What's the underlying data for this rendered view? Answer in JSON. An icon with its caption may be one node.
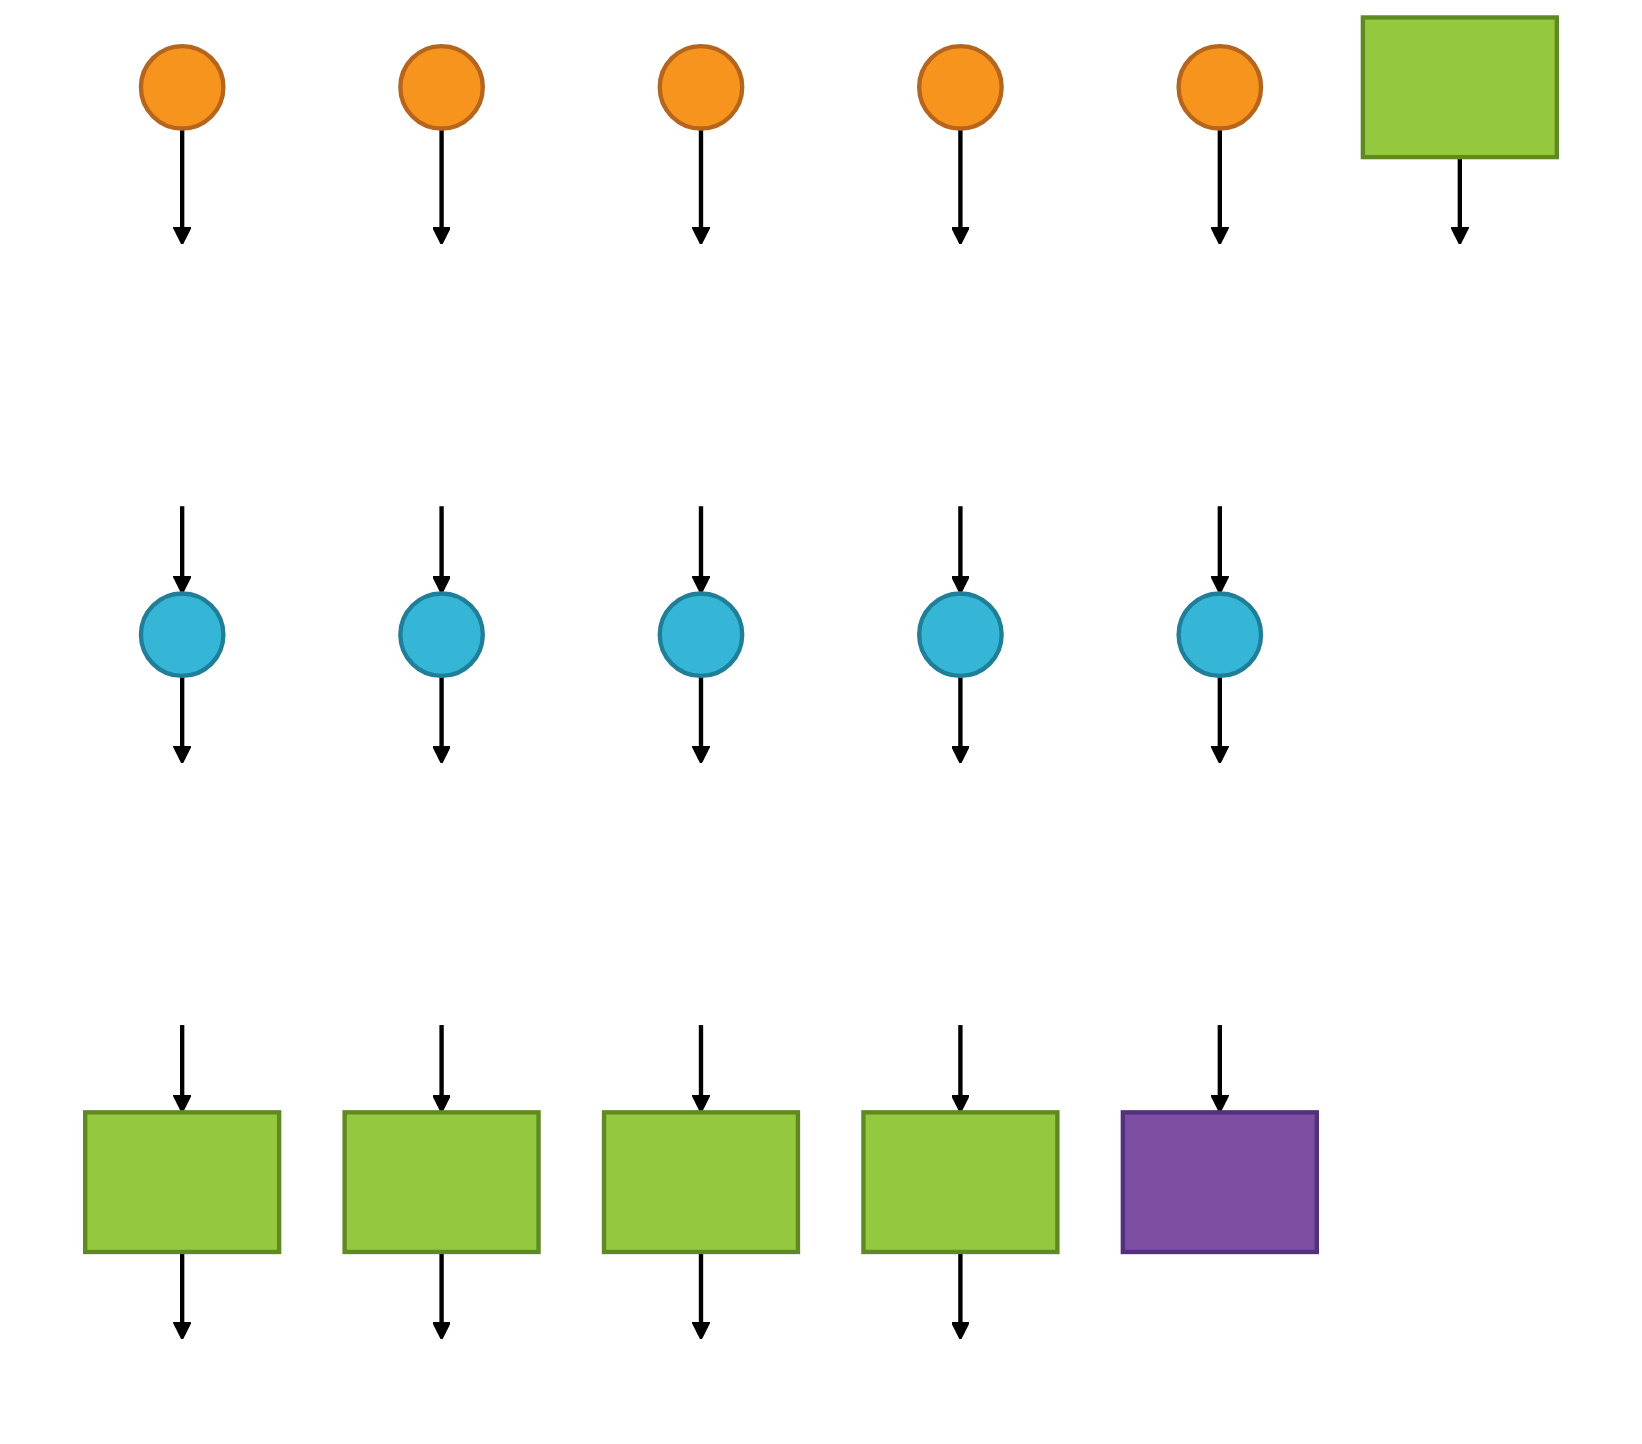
{
  "diagram": {
    "nodes": [
      {
        "text": [],
        "shape": "circle"
      },
      {
        "text": [],
        "shape": "circle"
      },
      {
        "text": [],
        "shape": "circle"
      },
      {
        "text": [],
        "shape": "circle"
      },
      {
        "text": [],
        "shape": "circle"
      },
      {
        "text": [],
        "shape": "circle"
      },
      {
        "text": [],
        "shape": "circle"
      },
      {
        "text": [],
        "shape": "circle"
      },
      {
        "text": [],
        "shape": "circle"
      },
      {
        "text": [],
        "shape": "circle"
      },
      {
        "text": [],
        "shape": "box"
      },
      {
        "text": [],
        "shape": "box"
      },
      {
        "text": [],
        "shape": "box"
      },
      {
        "text": [],
        "shape": "box"
      },
      {
        "text": [],
        "shape": "box"
      },
      {
        "text": [],
        "shape": "box"
      }
    ],
    "edges": [
      {
        "from": 0,
        "to": null,
        "arrow": "to"
      },
      {
        "from": 1,
        "to": null,
        "arrow": "to"
      },
      {
        "from": 2,
        "to": null,
        "arrow": "to"
      },
      {
        "from": 3,
        "to": null,
        "arrow": "to"
      },
      {
        "from": 4,
        "to": null,
        "arrow": "to"
      },
      {
        "from": null,
        "to": 5,
        "arrow": "to"
      },
      {
        "from": null,
        "to": 6,
        "arrow": "to"
      },
      {
        "from": null,
        "to": 7,
        "arrow": "to"
      },
      {
        "from": null,
        "to": 8,
        "arrow": "to"
      },
      {
        "from": null,
        "to": 9,
        "arrow": "to"
      },
      {
        "from": 5,
        "to": null,
        "arrow": "to"
      },
      {
        "from": 6,
        "to": null,
        "arrow": "to"
      },
      {
        "from": 7,
        "to": null,
        "arrow": "to"
      },
      {
        "from": 8,
        "to": null,
        "arrow": "to"
      },
      {
        "from": 9,
        "to": null,
        "arrow": "to"
      },
      {
        "from": 10,
        "to": null,
        "arrow": "to"
      },
      {
        "from": 11,
        "to": null,
        "arrow": "to"
      },
      {
        "from": 12,
        "to": null,
        "arrow": "to"
      },
      {
        "from": 13,
        "to": null,
        "arrow": "to"
      },
      {
        "from": 14,
        "to": null,
        "arrow": "to"
      },
      {
        "from": null,
        "to": 11,
        "arrow": "to"
      },
      {
        "from": null,
        "to": 12,
        "arrow": "to"
      },
      {
        "from": null,
        "to": 13,
        "arrow": "to"
      },
      {
        "from": null,
        "to": 14,
        "arrow": "to"
      },
      {
        "from": null,
        "to": 15,
        "arrow": "to"
      }
    ]
  }
}
